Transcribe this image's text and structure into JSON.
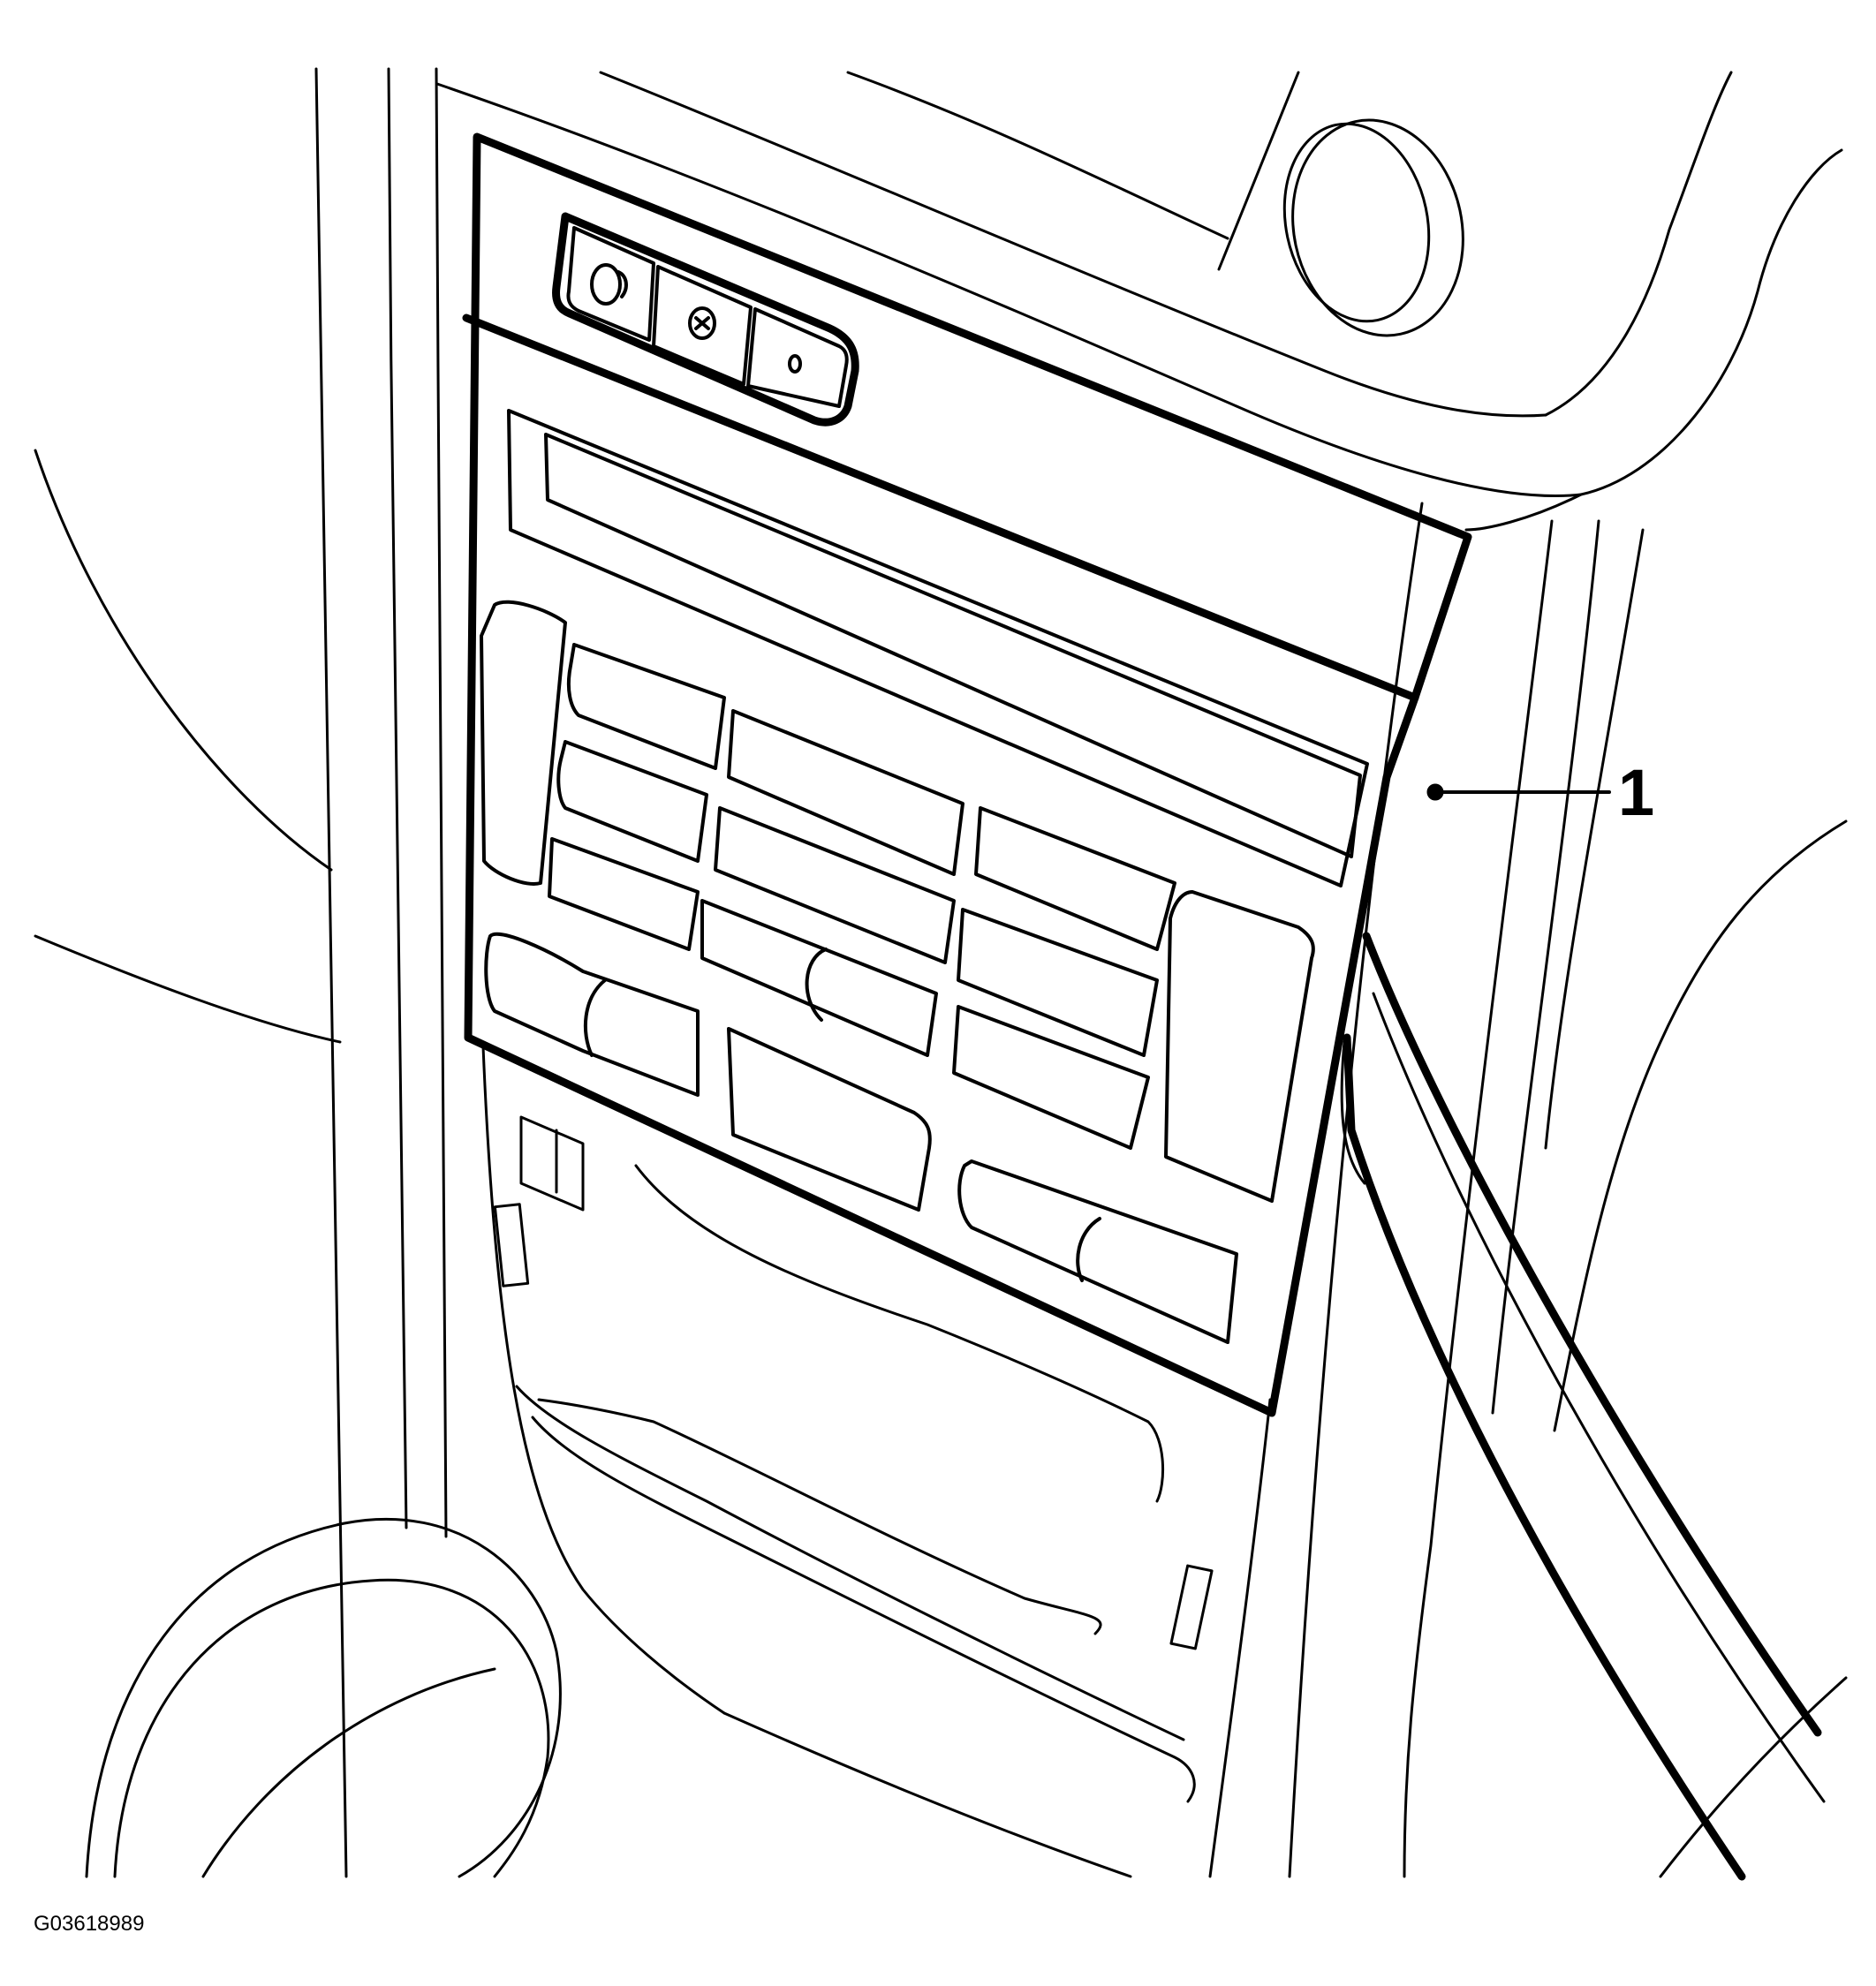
{
  "figure": {
    "callout_label": "1",
    "figure_id": "G03618989",
    "colors": {
      "stroke": "#000000",
      "background": "#ffffff"
    },
    "buttons": [
      {
        "name": "top-button-1",
        "icon": "recirculation-icon"
      },
      {
        "name": "top-button-2",
        "icon": "fan-icon"
      },
      {
        "name": "top-button-3",
        "icon": "circle-icon"
      }
    ]
  }
}
